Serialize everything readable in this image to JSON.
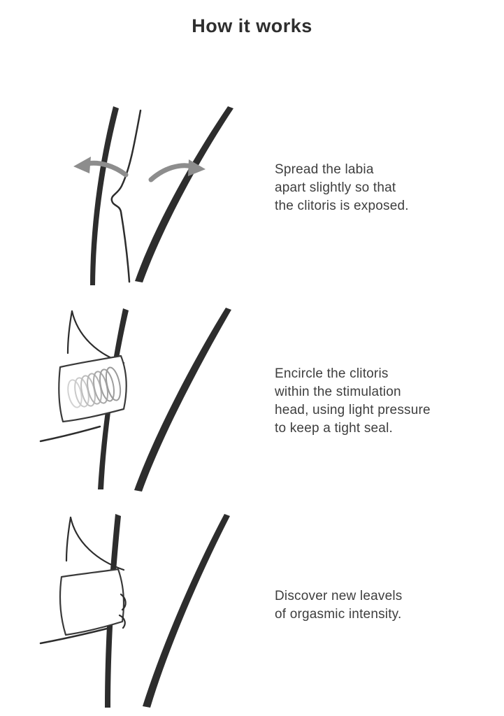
{
  "page": {
    "title": "How it works"
  },
  "steps": [
    {
      "index": 1,
      "illustration": "labia-spread-with-arrows",
      "text": "Spread the labia\napart slightly so that\nthe clitoris is exposed."
    },
    {
      "index": 2,
      "illustration": "stimulation-head-with-coil",
      "text": "Encircle the clitoris\nwithin the stimulation\nhead, using light pressure\nto keep a tight seal."
    },
    {
      "index": 3,
      "illustration": "device-sealed-in-place",
      "text": "Discover new leavels\nof orgasmic intensity."
    }
  ],
  "colors": {
    "background": "#ffffff",
    "ink": "#2d2d2d",
    "text": "#3e3e3e",
    "arrow_gray": "#8d8d8d",
    "coil_gray_light": "#cccccc",
    "coil_gray_dark": "#9a9a9a"
  }
}
